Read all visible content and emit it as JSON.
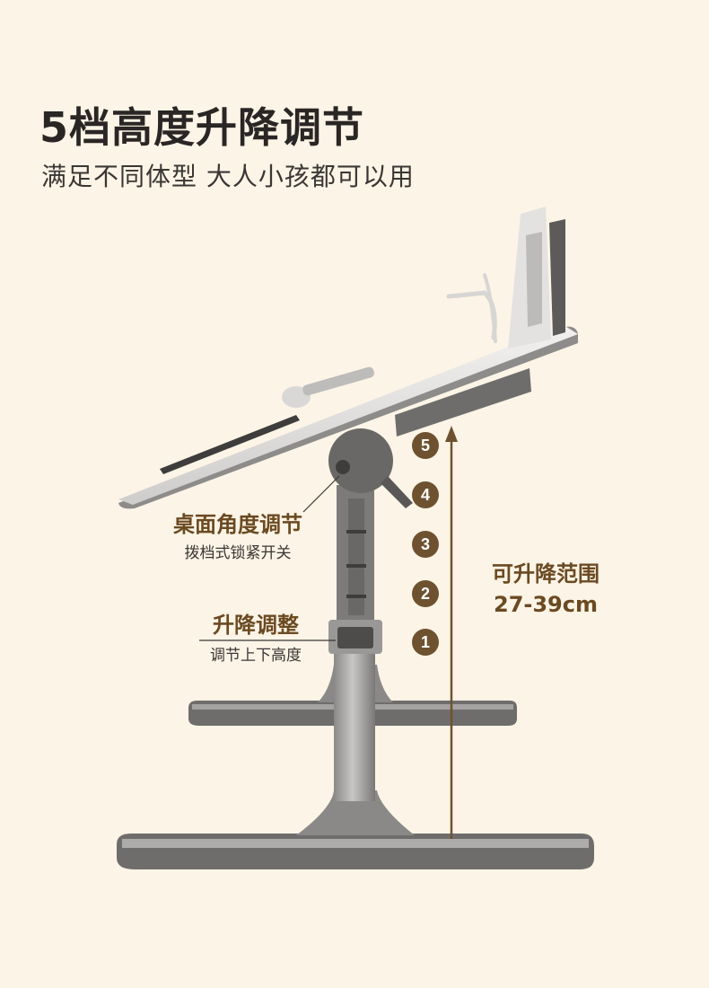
{
  "header": {
    "title": "5档高度升降调节",
    "subtitle": "满足不同体型  大人小孩都可以用"
  },
  "callouts": {
    "tilt": {
      "title": "桌面角度调节",
      "desc": "拨档式锁紧开关"
    },
    "lift": {
      "title": "升降调整",
      "desc": "调节上下高度"
    },
    "range": {
      "title": "可升降范围",
      "value": "27-39cm"
    }
  },
  "levels": [
    "5",
    "4",
    "3",
    "2",
    "1"
  ],
  "colors": {
    "background": "#fcf4e6",
    "accent": "#6e5230",
    "label": "#6b4a22",
    "product_gray": "#6f6d6c",
    "product_light": "#c9c8c6"
  }
}
